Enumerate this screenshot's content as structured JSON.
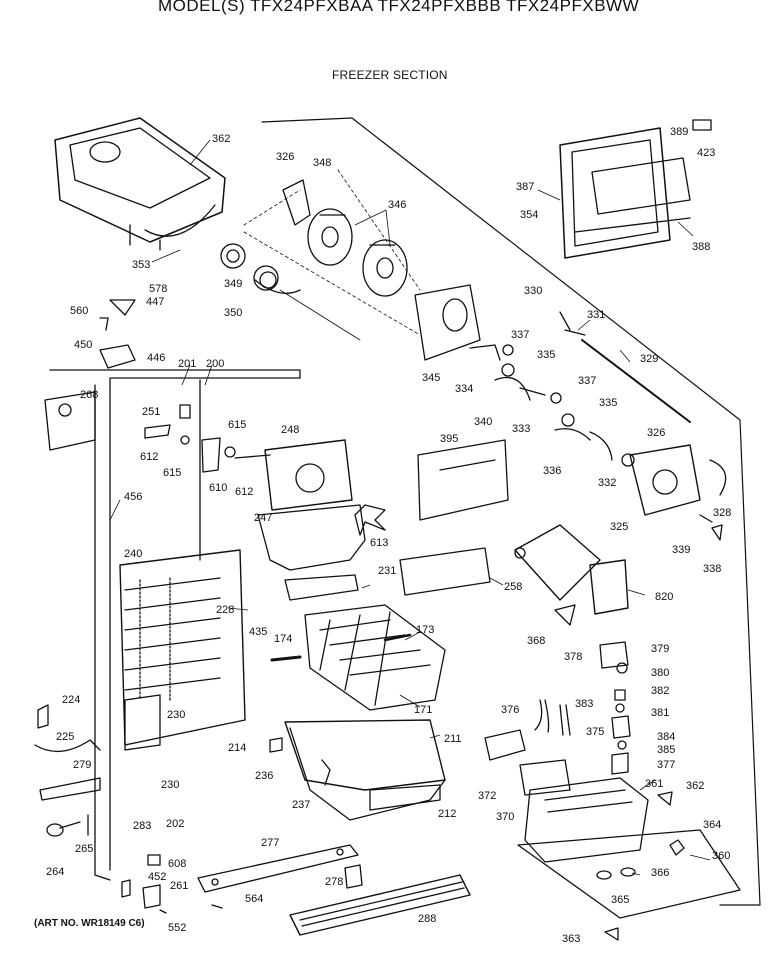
{
  "header": {
    "model_title": "MODEL(S) TFX24PFXBAA  TFX24PFXBBB  TFX24PFXBWW",
    "section_title": "FREEZER SECTION"
  },
  "footer": {
    "art_number": "(ART NO. WR18149 C6)"
  },
  "parts": [
    {
      "id": "362a",
      "label": "362"
    },
    {
      "id": "326a",
      "label": "326"
    },
    {
      "id": "348",
      "label": "348"
    },
    {
      "id": "346",
      "label": "346"
    },
    {
      "id": "387",
      "label": "387"
    },
    {
      "id": "389",
      "label": "389"
    },
    {
      "id": "423",
      "label": "423"
    },
    {
      "id": "354",
      "label": "354"
    },
    {
      "id": "388",
      "label": "388"
    },
    {
      "id": "353",
      "label": "353"
    },
    {
      "id": "349",
      "label": "349"
    },
    {
      "id": "350",
      "label": "350"
    },
    {
      "id": "578",
      "label": "578"
    },
    {
      "id": "447",
      "label": "447"
    },
    {
      "id": "560",
      "label": "560"
    },
    {
      "id": "450",
      "label": "450"
    },
    {
      "id": "446",
      "label": "446"
    },
    {
      "id": "330",
      "label": "330"
    },
    {
      "id": "331",
      "label": "331"
    },
    {
      "id": "337a",
      "label": "337"
    },
    {
      "id": "335a",
      "label": "335"
    },
    {
      "id": "329",
      "label": "329"
    },
    {
      "id": "345",
      "label": "345"
    },
    {
      "id": "334",
      "label": "334"
    },
    {
      "id": "340",
      "label": "340"
    },
    {
      "id": "333",
      "label": "333"
    },
    {
      "id": "337b",
      "label": "337"
    },
    {
      "id": "335b",
      "label": "335"
    },
    {
      "id": "326b",
      "label": "326"
    },
    {
      "id": "201",
      "label": "201"
    },
    {
      "id": "200",
      "label": "200"
    },
    {
      "id": "268",
      "label": "268"
    },
    {
      "id": "251",
      "label": "251"
    },
    {
      "id": "615a",
      "label": "615"
    },
    {
      "id": "248",
      "label": "248"
    },
    {
      "id": "612a",
      "label": "612"
    },
    {
      "id": "615b",
      "label": "615"
    },
    {
      "id": "610",
      "label": "610"
    },
    {
      "id": "612b",
      "label": "612"
    },
    {
      "id": "395",
      "label": "395"
    },
    {
      "id": "336",
      "label": "336"
    },
    {
      "id": "332",
      "label": "332"
    },
    {
      "id": "328",
      "label": "328"
    },
    {
      "id": "325",
      "label": "325"
    },
    {
      "id": "456",
      "label": "456"
    },
    {
      "id": "247",
      "label": "247"
    },
    {
      "id": "613",
      "label": "613"
    },
    {
      "id": "339",
      "label": "339"
    },
    {
      "id": "338",
      "label": "338"
    },
    {
      "id": "240",
      "label": "240"
    },
    {
      "id": "231",
      "label": "231"
    },
    {
      "id": "258",
      "label": "258"
    },
    {
      "id": "820",
      "label": "820"
    },
    {
      "id": "228",
      "label": "228"
    },
    {
      "id": "435",
      "label": "435"
    },
    {
      "id": "174",
      "label": "174"
    },
    {
      "id": "173",
      "label": "173"
    },
    {
      "id": "368",
      "label": "368"
    },
    {
      "id": "379",
      "label": "379"
    },
    {
      "id": "378",
      "label": "378"
    },
    {
      "id": "380",
      "label": "380"
    },
    {
      "id": "382",
      "label": "382"
    },
    {
      "id": "224",
      "label": "224"
    },
    {
      "id": "230a",
      "label": "230"
    },
    {
      "id": "171",
      "label": "171"
    },
    {
      "id": "376",
      "label": "376"
    },
    {
      "id": "383",
      "label": "383"
    },
    {
      "id": "375",
      "label": "375"
    },
    {
      "id": "381",
      "label": "381"
    },
    {
      "id": "225",
      "label": "225"
    },
    {
      "id": "214",
      "label": "214"
    },
    {
      "id": "211",
      "label": "211"
    },
    {
      "id": "384",
      "label": "384"
    },
    {
      "id": "385",
      "label": "385"
    },
    {
      "id": "279",
      "label": "279"
    },
    {
      "id": "236",
      "label": "236"
    },
    {
      "id": "230b",
      "label": "230"
    },
    {
      "id": "377",
      "label": "377"
    },
    {
      "id": "361",
      "label": "361"
    },
    {
      "id": "362b",
      "label": "362"
    },
    {
      "id": "372",
      "label": "372"
    },
    {
      "id": "237",
      "label": "237"
    },
    {
      "id": "212",
      "label": "212"
    },
    {
      "id": "370",
      "label": "370"
    },
    {
      "id": "283",
      "label": "283"
    },
    {
      "id": "202",
      "label": "202"
    },
    {
      "id": "364",
      "label": "364"
    },
    {
      "id": "265",
      "label": "265"
    },
    {
      "id": "277",
      "label": "277"
    },
    {
      "id": "360",
      "label": "360"
    },
    {
      "id": "608",
      "label": "608"
    },
    {
      "id": "264",
      "label": "264"
    },
    {
      "id": "452",
      "label": "452"
    },
    {
      "id": "261",
      "label": "261"
    },
    {
      "id": "278",
      "label": "278"
    },
    {
      "id": "366",
      "label": "366"
    },
    {
      "id": "564",
      "label": "564"
    },
    {
      "id": "365",
      "label": "365"
    },
    {
      "id": "552",
      "label": "552"
    },
    {
      "id": "288",
      "label": "288"
    },
    {
      "id": "363",
      "label": "363"
    }
  ]
}
